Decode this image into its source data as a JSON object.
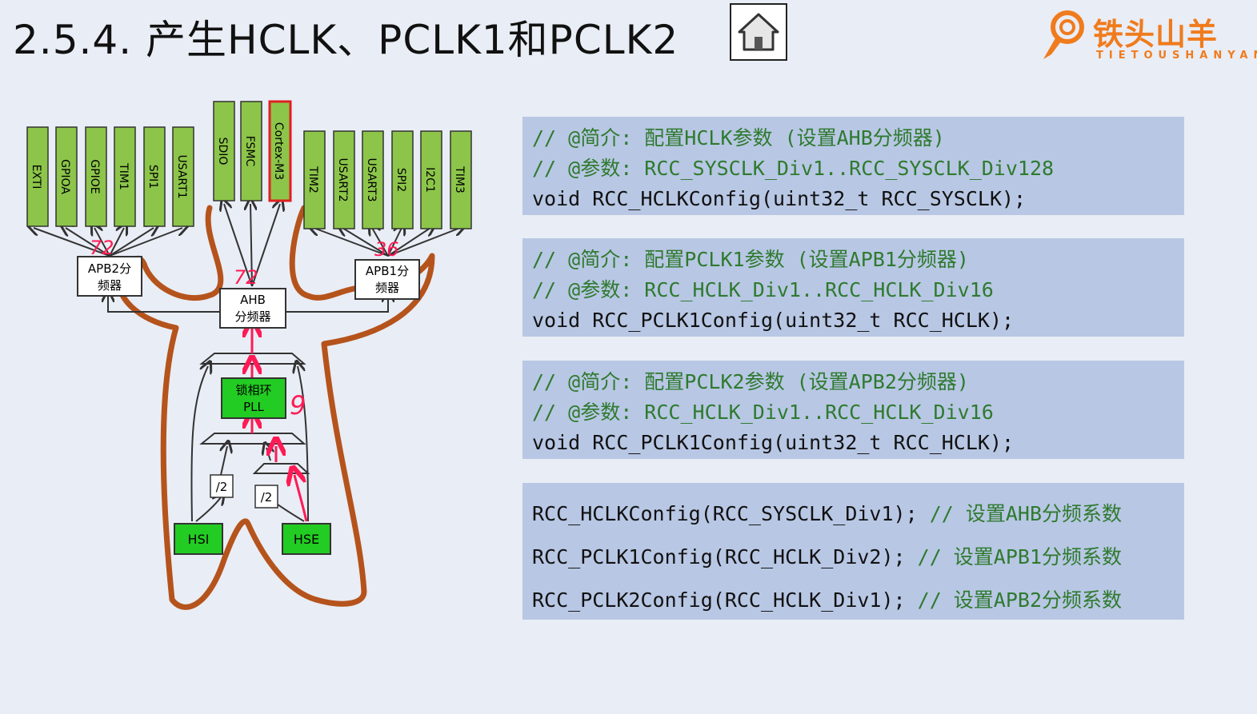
{
  "header": {
    "title": "2.5.4. 产生HCLK、PCLK1和PCLK2"
  },
  "nav": {
    "home_icon": "home-icon"
  },
  "logo": {
    "name": "铁头山羊",
    "subtitle": "TIETOUSHANYANG"
  },
  "diagram": {
    "apb2_peripherals": [
      "EXTI",
      "GPIOA",
      "GPIOE",
      "TIM1",
      "SPI1",
      "USART1"
    ],
    "ahb_peripherals": [
      "SDIO",
      "FSMC",
      "Cortex-M3"
    ],
    "apb1_peripherals": [
      "TIM2",
      "USART2",
      "USART3",
      "SPI2",
      "I2C1",
      "TIM3"
    ],
    "apb2_divider": [
      "APB2分",
      "频器"
    ],
    "apb1_divider": [
      "APB1分",
      "频器"
    ],
    "ahb_divider": [
      "AHB",
      "分频器"
    ],
    "pll": [
      "锁相环",
      "PLL"
    ],
    "div2_a": "/2",
    "div2_b": "/2",
    "hsi": "HSI",
    "hse": "HSE",
    "annotations": {
      "apb2_freq": "72",
      "ahb_freq": "72",
      "apb1_freq": "36",
      "pll_mult": "9"
    },
    "colors": {
      "peripheral": "#8cc54a",
      "clock_source": "#22cc22",
      "highlight": "#e02020",
      "annotation": "#ff1a55",
      "body_outline": "#b5531c"
    }
  },
  "code_blocks": [
    {
      "comment1": "// @简介: 配置HCLK参数 (设置AHB分频器)",
      "comment2": "// @参数: RCC_SYSCLK_Div1..RCC_SYSCLK_Div128",
      "signature": "void RCC_HCLKConfig(uint32_t RCC_SYSCLK);"
    },
    {
      "comment1": "// @简介: 配置PCLK1参数 (设置APB1分频器)",
      "comment2": "// @参数: RCC_HCLK_Div1..RCC_HCLK_Div16",
      "signature": "void RCC_PCLK1Config(uint32_t RCC_HCLK);"
    },
    {
      "comment1": "// @简介: 配置PCLK2参数 (设置APB2分频器)",
      "comment2": "// @参数: RCC_HCLK_Div1..RCC_HCLK_Div16",
      "signature": "void RCC_PCLK1Config(uint32_t RCC_HCLK);"
    }
  ],
  "usage_block": [
    {
      "code": "RCC_HCLKConfig(RCC_SYSCLK_Div1);",
      "comment": " // 设置AHB分频系数"
    },
    {
      "code": "RCC_PCLK1Config(RCC_HCLK_Div2);",
      "comment": " // 设置APB1分频系数"
    },
    {
      "code": "RCC_PCLK2Config(RCC_HCLK_Div1);",
      "comment": " // 设置APB2分频系数"
    }
  ]
}
